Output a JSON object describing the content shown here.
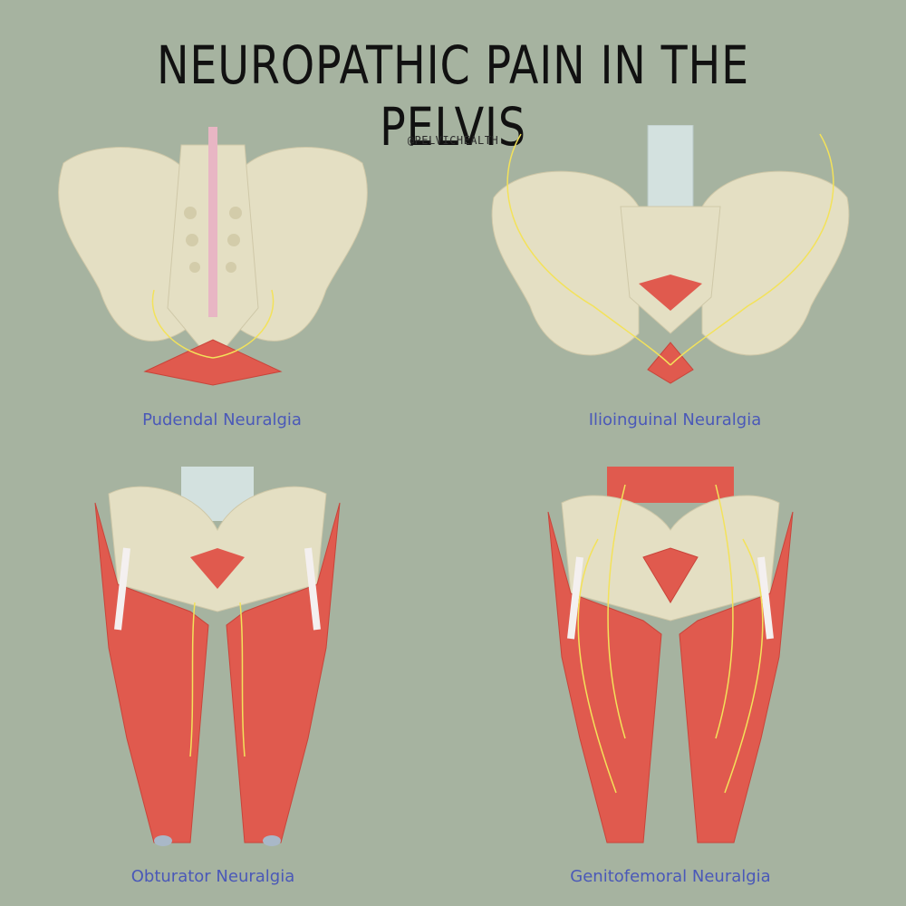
{
  "title": "NEUROPATHIC PAIN IN THE PELVIS",
  "handle": "@PELVICHEALTH",
  "colors": {
    "background": "#a6b3a0",
    "bone": "#e4dfc3",
    "bone_shadow": "#d3ccaa",
    "muscle": "#e05a4e",
    "muscle_dark": "#c9443a",
    "nerve": "#f3e25a",
    "caption": "#4a58b8"
  },
  "panels": [
    {
      "caption": "Pudendal Neuralgia",
      "icon": "pelvis-posterior-pudendal-nerve"
    },
    {
      "caption": "Ilioinguinal Neuralgia",
      "icon": "pelvis-anterior-ilioinguinal-nerve"
    },
    {
      "caption": "Obturator Neuralgia",
      "icon": "thighs-obturator-nerve"
    },
    {
      "caption": "Genitofemoral Neuralgia",
      "icon": "thighs-genitofemoral-nerve"
    }
  ]
}
